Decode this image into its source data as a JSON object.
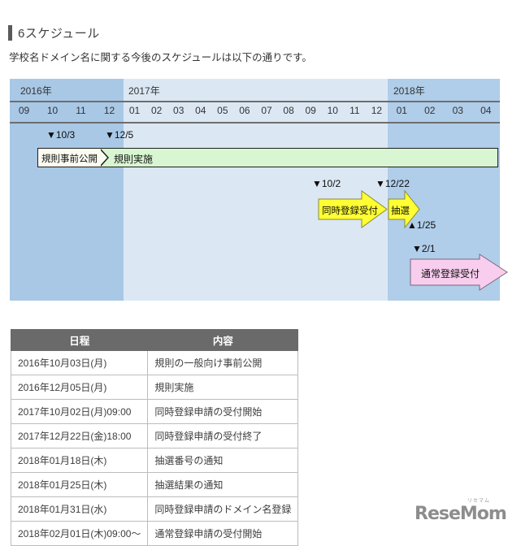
{
  "header": {
    "section_title": "6スケジュール",
    "intro": "学校名ドメイン名に関する今後のスケジュールは以下の通りです。"
  },
  "chart_data": {
    "type": "gantt",
    "years": [
      {
        "label": "2016年",
        "months": [
          "09",
          "10",
          "11",
          "12"
        ]
      },
      {
        "label": "2017年",
        "months": [
          "01",
          "02",
          "03",
          "04",
          "05",
          "06",
          "07",
          "08",
          "09",
          "10",
          "11",
          "12"
        ]
      },
      {
        "label": "2018年",
        "months": [
          "01",
          "02",
          "03",
          "04"
        ]
      }
    ],
    "items": [
      {
        "kind": "bar",
        "segments": [
          "規則事前公開",
          "規則実施"
        ],
        "markers": [
          "▼10/3",
          "▼12/5"
        ],
        "colors": [
          "#fbfbf2",
          "#d8f6d2"
        ],
        "span": "2016-10 → 2018-04"
      },
      {
        "kind": "arrow",
        "label": "同時登録受付",
        "markers": [
          "▼10/2"
        ],
        "colors": [
          "#ffff33"
        ],
        "span": "2017-10 → 2017-12"
      },
      {
        "kind": "arrow",
        "label": "抽選",
        "markers": [
          "▼12/22",
          "▲1/25"
        ],
        "colors": [
          "#ffff33"
        ],
        "span": "2017-12 → 2018-01"
      },
      {
        "kind": "arrow",
        "label": "通常登録受付",
        "markers": [
          "▼2/1"
        ],
        "colors": [
          "#f8cdee"
        ],
        "span": "2018-02 →"
      }
    ],
    "band_colors": {
      "y2016": "#a8c8e6",
      "y2017": "#dbe8f4",
      "y2018": "#b0cde9"
    }
  },
  "table": {
    "headers": [
      "日程",
      "内容"
    ],
    "rows": [
      [
        "2016年10月03日(月)",
        "規則の一般向け事前公開"
      ],
      [
        "2016年12月05日(月)",
        "規則実施"
      ],
      [
        "2017年10月02日(月)09:00",
        "同時登録申請の受付開始"
      ],
      [
        "2017年12月22日(金)18:00",
        "同時登録申請の受付終了"
      ],
      [
        "2018年01月18日(木)",
        "抽選番号の通知"
      ],
      [
        "2018年01月25日(木)",
        "抽選結果の通知"
      ],
      [
        "2018年01月31日(水)",
        "同時登録申請のドメイン名登録"
      ],
      [
        "2018年02月01日(木)09:00～",
        "通常登録申請の受付開始"
      ]
    ]
  },
  "logo": {
    "text": "ReseMom.",
    "ruby": "リセマム"
  }
}
